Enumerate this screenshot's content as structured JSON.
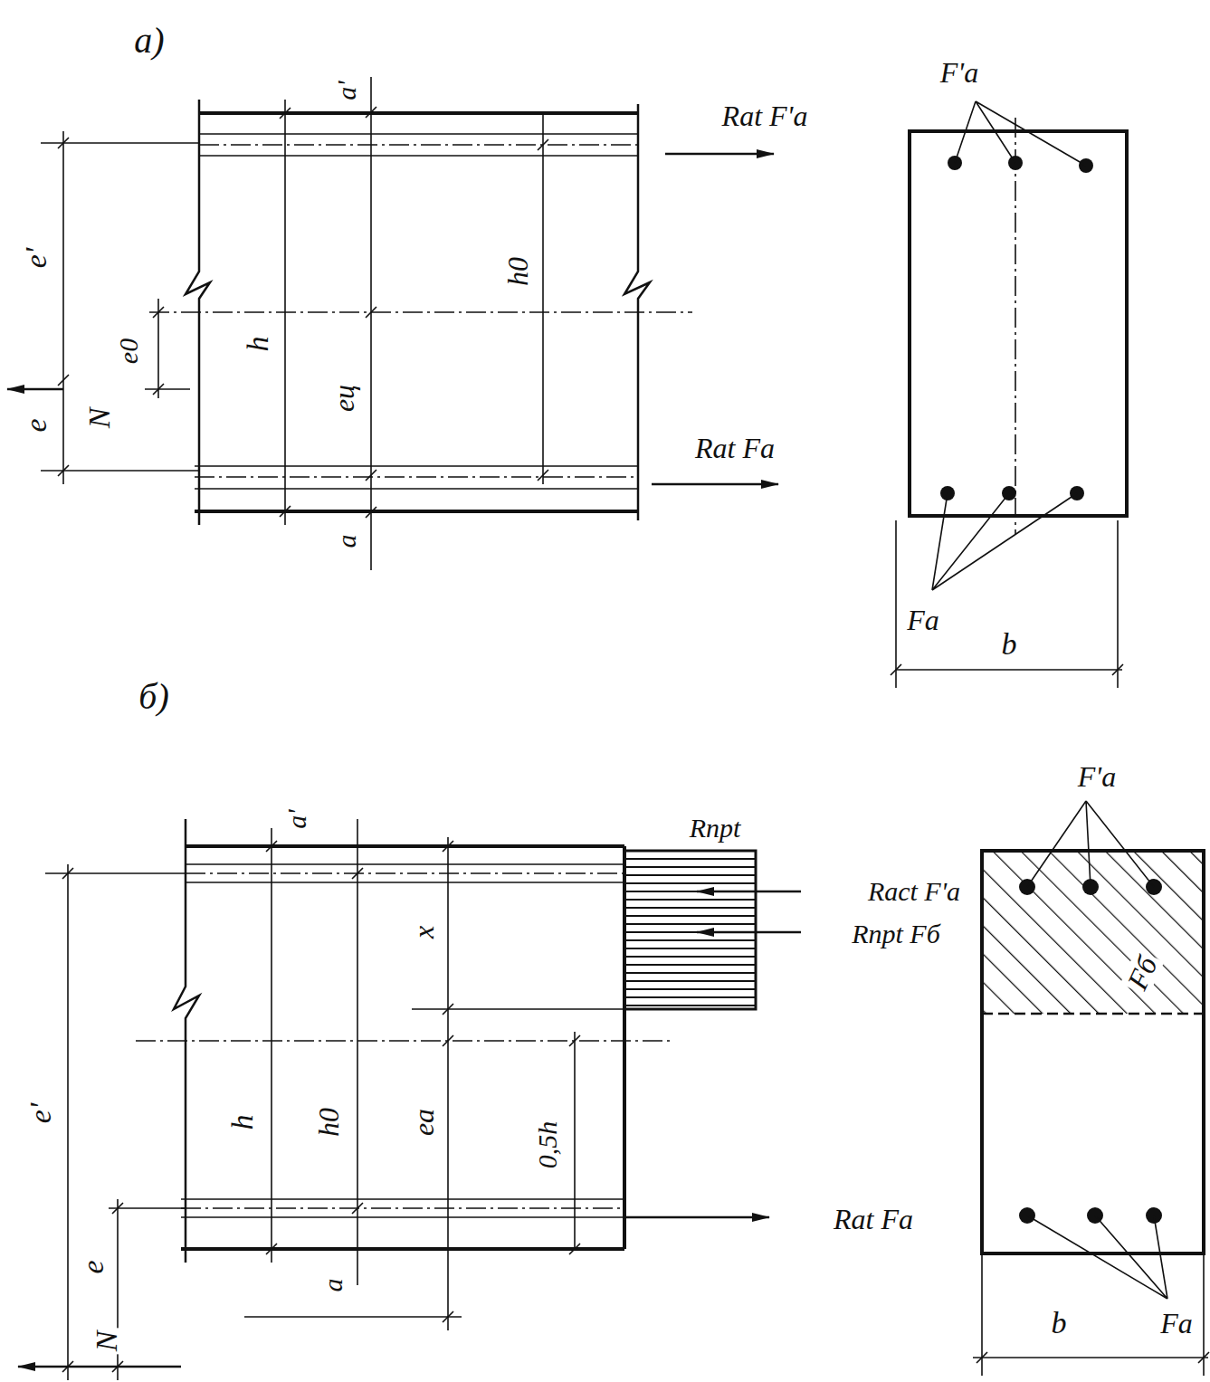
{
  "diagram": {
    "labels": [
      "а)",
      "a'",
      "Rat F'a",
      "e'",
      "e0",
      "h",
      "eц",
      "h0",
      "N",
      "e",
      "Rat Fa",
      "a",
      "F'a",
      "Fa",
      "b",
      "б)",
      "a'",
      "Rпрt",
      "Ract F'a",
      "Rпрt Fб",
      "F'a",
      "x",
      "Fб",
      "e'",
      "h",
      "h0",
      "ea",
      "0,5h",
      "Rat Fa",
      "e",
      "a",
      "N",
      "b",
      "Fa"
    ]
  }
}
